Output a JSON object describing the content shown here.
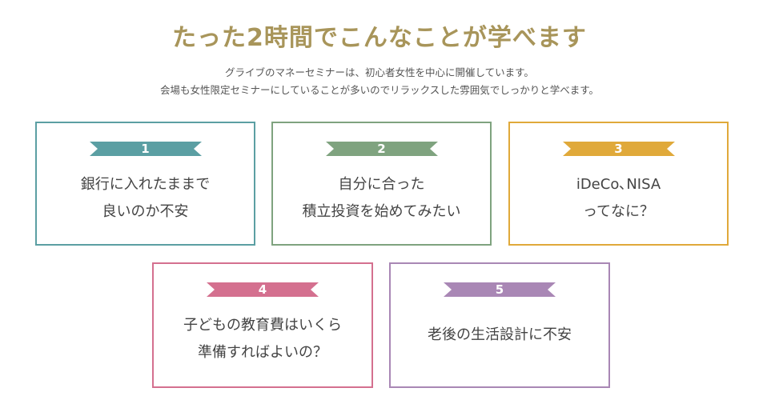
{
  "title": "たった2時間でこんなことが学べます",
  "intro": {
    "line1": "グライブのマネーセミナーは、初心者女性を中心に開催しています。",
    "line2": "会場も女性限定セミナーにしていることが多いのでリラックスした雰囲気でしっかりと学べます。"
  },
  "cards": [
    {
      "number": "1",
      "color": "#5b9fa3",
      "lines": [
        "銀行に入れたままで",
        "良いのか不安"
      ]
    },
    {
      "number": "2",
      "color": "#7fa37f",
      "lines": [
        "自分に合った",
        "積立投資を始めてみたい"
      ]
    },
    {
      "number": "3",
      "color": "#e0a93a",
      "lines": [
        "iDeCo､NISA",
        "ってなに？"
      ]
    },
    {
      "number": "4",
      "color": "#d4708f",
      "lines": [
        "子どもの教育費はいくら",
        "準備すればよいの？"
      ]
    },
    {
      "number": "5",
      "color": "#a987b5",
      "lines": [
        "老後の生活設計に不安"
      ]
    }
  ]
}
